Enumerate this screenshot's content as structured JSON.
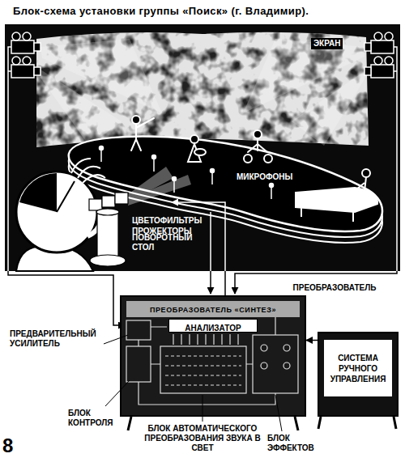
{
  "diagram": {
    "title": "Блок-схема установки группы «Поиск» (г. Владимир).",
    "nodes": [
      {
        "text": [
          "ПРЕОБРАЗОВАТЕЛЬ"
        ]
      },
      {
        "text": [
          "ПРЕОБРАЗОВАТЕЛЬ «СИНТЕЗ»"
        ],
        "in": 0
      },
      {
        "text": [
          "АНАЛИЗАТОР"
        ],
        "in": 0
      },
      {
        "text": [
          "СИСТЕМА РУЧНОГО УПРАВЛЕНИЯ"
        ]
      }
    ],
    "edges": [
      {
        "from": 3,
        "to": 0,
        "arrow": "to"
      }
    ],
    "labels": [
      "ЭКРАН",
      "МИКРОФОНЫ",
      "ЦВЕТОФИЛЬТРЫ",
      "ПРОЖЕКТОРЫ",
      "ПОВОРОТНЫЙ СТОЛ",
      "ПРЕДВАРИТЕЛЬНЫЙ УСИЛИТЕЛЬ",
      "БЛОК КОНТРОЛЯ",
      "БЛОК АВТОМАТИЧЕСКОГО ПРЕОБРАЗОВАНИЯ ЗВУКА В СВЕТ",
      "БЛОК ЭФФЕКТОВ",
      "8"
    ]
  }
}
